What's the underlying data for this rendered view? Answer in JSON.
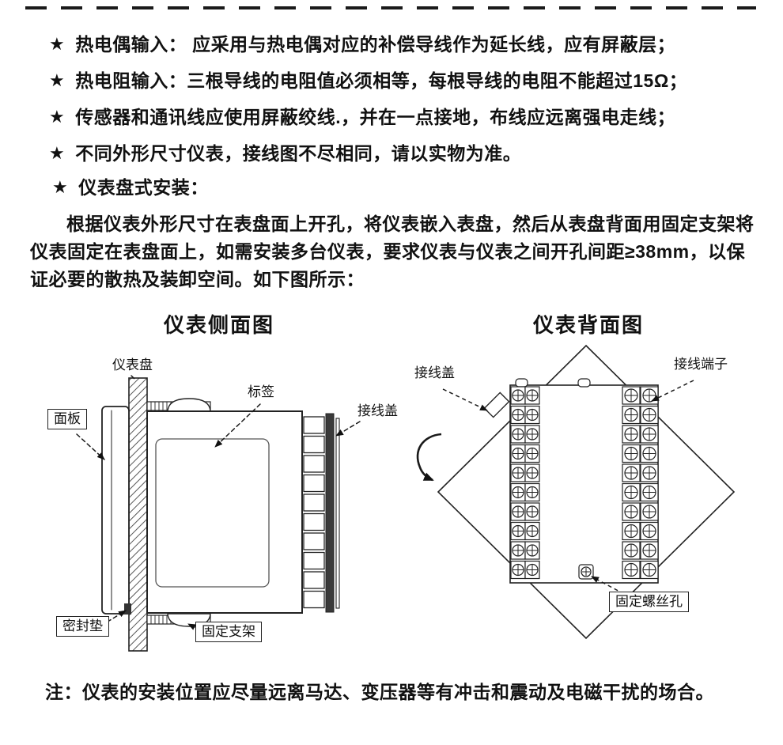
{
  "colors": {
    "ink": "#1a1a1a"
  },
  "page": {
    "bullets": [
      {
        "star": "★",
        "text": "热电偶输入： 应采用与热电偶对应的补偿导线作为延长线，应有屏蔽层；"
      },
      {
        "star": "★",
        "text": "热电阻输入：三根导线的电阻值必须相等，每根导线的电阻不能超过15Ω；"
      },
      {
        "star": "★",
        "text": "传感器和通讯线应使用屏蔽绞线.，并在一点接地，布线应远离强电走线；"
      },
      {
        "star": "★",
        "text": "不同外形尺寸仪表，接线图不尽相同，请以实物为准。"
      },
      {
        "star": "★",
        "text": "仪表盘式安装："
      }
    ],
    "paragraph": "根据仪表外形尺寸在表盘面上开孔，将仪表嵌入表盘，然后从表盘背面用固定支架将仪表固定在表盘面上，如需安装多台仪表，要求仪表与仪表之间开孔间距≥38mm，以保证必要的散热及装卸空间。如下图所示：",
    "note": "注：仪表的安装位置应尽量远离马达、变压器等有冲击和震动及电磁干扰的场合。"
  },
  "diagrams": {
    "side": {
      "title": "仪表侧面图",
      "labels": {
        "panel_board": "仪表盘",
        "front_panel": "面板",
        "tag": "标签",
        "wiring_cover": "接线盖",
        "seal_gasket": "密封垫",
        "bracket": "固定支架"
      }
    },
    "back": {
      "title": "仪表背面图",
      "labels": {
        "wiring_cover": "接线盖",
        "terminals": "接线端子",
        "screw_hole": "固定螺丝孔"
      }
    }
  }
}
